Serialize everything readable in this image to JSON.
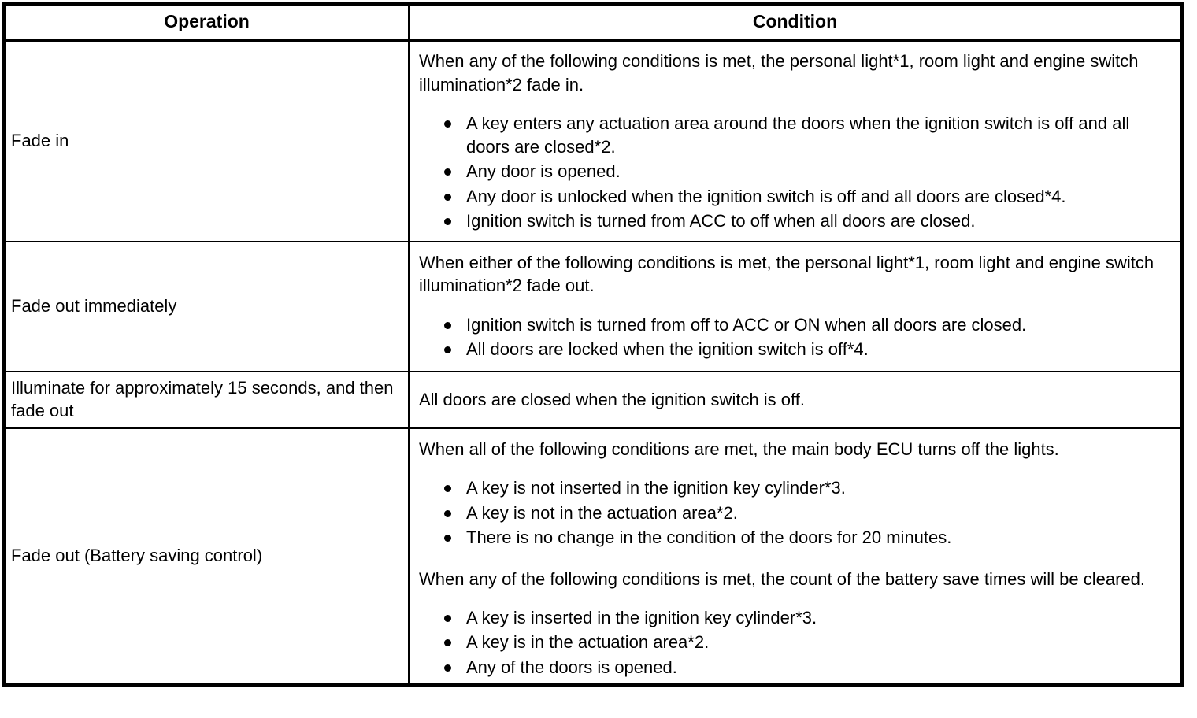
{
  "table": {
    "headers": {
      "operation": "Operation",
      "condition": "Condition"
    },
    "rows": [
      {
        "operation": "Fade in",
        "intro": "When any of the following conditions is met, the personal light*1, room light and engine switch illumination*2 fade in.",
        "bullets": [
          "A key enters any actuation area around the doors when the ignition switch is off and all doors are closed*2.",
          "Any door is opened.",
          "Any door is unlocked when the ignition switch is off and all doors are closed*4.",
          "Ignition switch is turned from ACC to off when all doors are closed."
        ]
      },
      {
        "operation": "Fade out immediately",
        "intro": "When either of the following conditions is met, the personal light*1, room light and engine switch illumination*2 fade out.",
        "bullets": [
          "Ignition switch is turned from off to ACC or ON when all doors are closed.",
          "All doors are locked when the ignition switch is off*4."
        ]
      },
      {
        "operation": "Illuminate for approximately 15 seconds, and then fade out",
        "intro": "All doors are closed when the ignition switch is off.",
        "bullets": []
      },
      {
        "operation": "Fade out (Battery saving control)",
        "intro": "When all of the following conditions are met, the main body ECU turns off the lights.",
        "bullets": [
          "A key is not inserted in the ignition key cylinder*3.",
          "A key is not in the actuation area*2.",
          "There is no change in the condition of the doors for 20 minutes."
        ],
        "intro2": "When any of the following conditions is met, the count of the battery save times will be cleared.",
        "bullets2": [
          "A key is inserted in the ignition key cylinder*3.",
          "A key is in the actuation area*2.",
          "Any of the doors is opened."
        ]
      }
    ]
  },
  "colors": {
    "border": "#000000",
    "text": "#000000",
    "background": "#ffffff"
  }
}
